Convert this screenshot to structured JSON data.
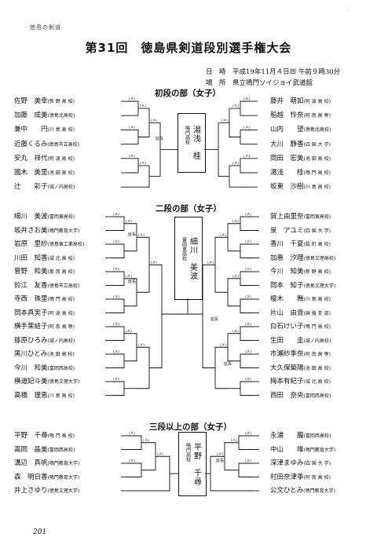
{
  "header": "徳島の剣道",
  "title": "第31回　徳島県剣道段別選手権大会",
  "meta": {
    "date": "日　時　平成19年11月４日㈰ 午前９時30分",
    "place": "場　所　県立鳴門ソイジョイ武道館"
  },
  "sections": {
    "shodan": {
      "title": "初段の部（女子）",
      "left": [
        {
          "name": "佐野　美幸",
          "school": "(新 野 高 校)"
        },
        {
          "name": "加藤　成美",
          "school": "(徳島北高校)"
        },
        {
          "name": "兼中　　円",
          "school": "(川 島 高 校)"
        },
        {
          "name": "近藤くるみ",
          "school": "(徳島市立高校)"
        },
        {
          "name": "安丸　祥代",
          "school": "(阿 波 高 校)"
        },
        {
          "name": "國木　美里",
          "school": "(池 田 高 校)"
        },
        {
          "name": "辻　　彩子",
          "school": "(城ノ内高校)"
        }
      ],
      "right": [
        {
          "name": "藤井　萌如",
          "school": "(阿 波 高 校)"
        },
        {
          "name": "船越　怜奈",
          "school": "(阿 南 高 専)"
        },
        {
          "name": "山内　　望",
          "school": "(徳島北高校)"
        },
        {
          "name": "大川　静香",
          "school": "(四 国 大 学)"
        },
        {
          "name": "岡田　宏美",
          "school": "(池 田 高 校)"
        },
        {
          "name": "湯浅　　桂",
          "school": "(鳴 門 高 校)"
        },
        {
          "name": "坂東　沙樹",
          "school": "(川 島 高 校)"
        }
      ],
      "winner": {
        "name": "湯浅　桂",
        "school": "鳴門高校"
      }
    },
    "nidan": {
      "title": "二段の部（女子）",
      "left": [
        {
          "name": "細川　美波",
          "school": "(富岡東高校)"
        },
        {
          "name": "坂井さお美",
          "school": "(鳴門教育大学)"
        },
        {
          "name": "岩原　里紗",
          "school": "(徳島東工業高校)"
        },
        {
          "name": "川田　知香",
          "school": "(城 北 高 校)"
        },
        {
          "name": "菅野　和美",
          "school": "(那 賀 高 校)"
        },
        {
          "name": "鈴江　友香",
          "school": "(徳島市立高校)"
        },
        {
          "name": "寺西　珠里",
          "school": "(鳴 門 高 校)"
        },
        {
          "name": "岡本真実子",
          "school": "(阿 波 高 校)"
        },
        {
          "name": "横手茉結子",
          "school": "(阿 南 高 専)"
        },
        {
          "name": "篠原ひろみ",
          "school": "(城ノ内高校)"
        },
        {
          "name": "黒川ひとみ",
          "school": "(池 田 高 校)"
        },
        {
          "name": "今川　和美",
          "school": "(富岡西高校)"
        },
        {
          "name": "横道妃斗美",
          "school": "(徳島文理大学)"
        },
        {
          "name": "高橋　理恵",
          "school": "(川 島 高 校)"
        }
      ],
      "right": [
        {
          "name": "賀上由里奈",
          "school": "(富岡東高校)"
        },
        {
          "name": "泉　アユミ",
          "school": "(四 国 大 学)"
        },
        {
          "name": "香川　千夏",
          "school": "(脇 町 高 校)"
        },
        {
          "name": "加惠　汐理",
          "school": "(徳島文理高校)"
        },
        {
          "name": "今川　知美",
          "school": "(新 野 高 校)"
        },
        {
          "name": "岡本　知子",
          "school": "(徳島文理大学)"
        },
        {
          "name": "榎木　　舞",
          "school": "(川 島 高 校)"
        },
        {
          "name": "片山　由貴",
          "school": "(麻 植 支 部)"
        },
        {
          "name": "白石けい子",
          "school": "(鳴 門 高 校)"
        },
        {
          "name": "生田　　圭",
          "school": "(城ノ内高校)"
        },
        {
          "name": "市瀬紗季奈",
          "school": "(阿 南 高 専)"
        },
        {
          "name": "大久保築陽",
          "school": "(池 田 高 校)"
        },
        {
          "name": "梅本有紀子",
          "school": "(城 北 高 校)"
        },
        {
          "name": "西田　奈央",
          "school": "(富岡西高校)"
        }
      ],
      "winner": {
        "name": "細川　美波",
        "school": "富岡東高校"
      }
    },
    "sandan": {
      "title": "三段以上の部（女子）",
      "left": [
        {
          "name": "平野　千尋",
          "school": "(鳴 門 高 校)"
        },
        {
          "name": "高岡　晶美",
          "school": "(富岡西高校)"
        },
        {
          "name": "溝辺　真帆",
          "school": "(鳴門教育大学)"
        },
        {
          "name": "森　明日香",
          "school": "(鳴門教育大学)"
        },
        {
          "name": "井上さゆり",
          "school": "(徳島文理大学)"
        }
      ],
      "right": [
        {
          "name": "永浦　　朧",
          "school": "(富岡西高校)"
        },
        {
          "name": "中山　　唯",
          "school": "(鳴門教育大学)"
        },
        {
          "name": "深津まゆみ",
          "school": "(四 国 大 学)"
        },
        {
          "name": "村田奈津季",
          "school": "(阿 南 高 校)"
        },
        {
          "name": "公文ひとみ",
          "school": "(鳴門教育大学)"
        }
      ],
      "winner": {
        "name": "平野　千尋",
        "school": "鳴門高校"
      }
    }
  },
  "labels": {
    "encho": "延長"
  },
  "page_number": "201"
}
